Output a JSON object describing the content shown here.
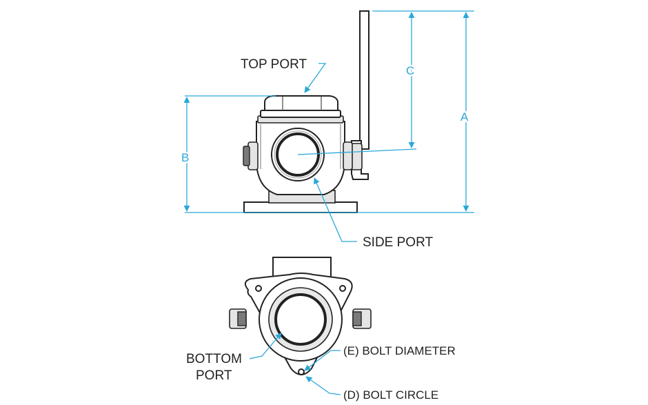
{
  "labels": {
    "top_port": "TOP PORT",
    "side_port": "SIDE PORT",
    "bottom_port_line1": "BOTTOM",
    "bottom_port_line2": "PORT",
    "bolt_diameter": "(E) BOLT DIAMETER",
    "bolt_circle": "(D) BOLT CIRCLE"
  },
  "dimensions": {
    "a": "A",
    "b": "B",
    "c": "C"
  },
  "colors": {
    "dimension": "#2aa7d9",
    "outline": "#222222"
  }
}
